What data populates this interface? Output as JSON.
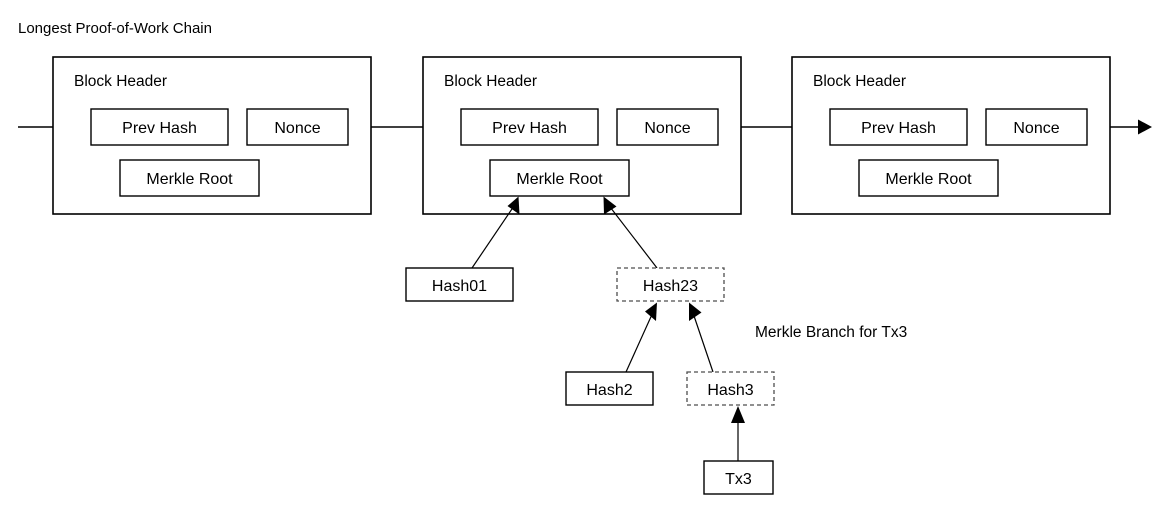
{
  "diagram": {
    "title": "Longest Proof-of-Work Chain",
    "caption": "Merkle Branch for Tx3",
    "colors": {
      "background": "#ffffff",
      "stroke": "#000000",
      "dashed_stroke": "#4d4d4d"
    },
    "blocks": [
      {
        "id": "block-1",
        "header_label": "Block Header",
        "prev_hash_label": "Prev Hash",
        "nonce_label": "Nonce",
        "merkle_root_label": "Merkle Root"
      },
      {
        "id": "block-2",
        "header_label": "Block Header",
        "prev_hash_label": "Prev Hash",
        "nonce_label": "Nonce",
        "merkle_root_label": "Merkle Root"
      },
      {
        "id": "block-3",
        "header_label": "Block Header",
        "prev_hash_label": "Prev Hash",
        "nonce_label": "Nonce",
        "merkle_root_label": "Merkle Root"
      }
    ],
    "merkle_nodes": [
      {
        "id": "hash01",
        "label": "Hash01",
        "style": "solid"
      },
      {
        "id": "hash23",
        "label": "Hash23",
        "style": "dashed"
      },
      {
        "id": "hash2",
        "label": "Hash2",
        "style": "solid"
      },
      {
        "id": "hash3",
        "label": "Hash3",
        "style": "dashed"
      },
      {
        "id": "tx3",
        "label": "Tx3",
        "style": "solid"
      }
    ]
  }
}
